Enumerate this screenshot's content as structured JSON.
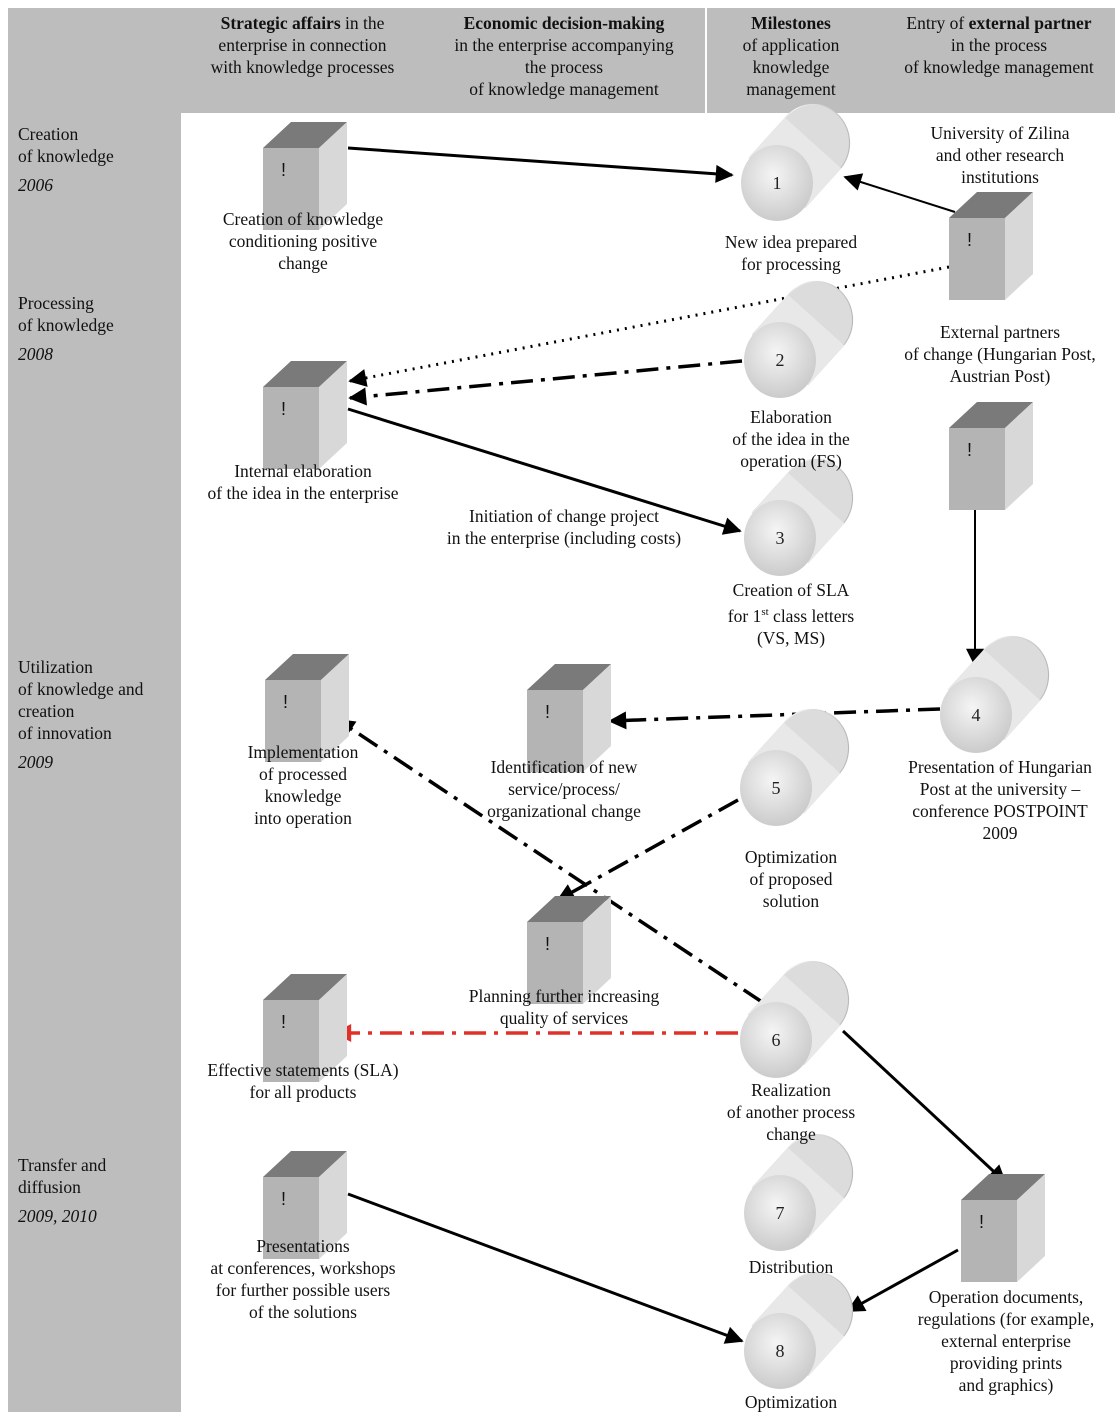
{
  "header": {
    "col1": {
      "bold": "Strategic affairs",
      "rest1": " in the",
      "line2": "enterprise in connection",
      "line3": "with knowledge processes"
    },
    "col2": {
      "bold": "Economic decision-making",
      "line2": "in the enterprise accompanying",
      "line3": "the process",
      "line4": "of knowledge management"
    },
    "col3": {
      "bold": "Milestones",
      "line2": "of application",
      "line3": "knowledge",
      "line4": "management"
    },
    "col4": {
      "pre": "Entry of ",
      "bold": "external partner",
      "line2": "in the process",
      "line3": "of knowledge management"
    }
  },
  "phases": [
    {
      "lines": [
        "Creation",
        "of knowledge"
      ],
      "year": "2006"
    },
    {
      "lines": [
        "Processing",
        "of knowledge"
      ],
      "year": "2008"
    },
    {
      "lines": [
        "Utilization",
        "of knowledge and",
        "creation",
        "of innovation"
      ],
      "year": "2009"
    },
    {
      "lines": [
        "Transfer and",
        "diffusion"
      ],
      "year": "2009, 2010"
    }
  ],
  "cube_mark": "!",
  "labels": {
    "creation_knowledge": [
      "Creation of knowledge",
      "conditioning positive",
      "change"
    ],
    "university": [
      "University of Zilina",
      "and other research",
      "institutions"
    ],
    "new_idea": [
      "New idea prepared",
      "for processing"
    ],
    "external_partners": [
      "External partners",
      "of change (Hungarian Post,",
      "Austrian Post)"
    ],
    "elaboration": [
      "Elaboration",
      "of the idea in the",
      "operation (FS)"
    ],
    "internal_elaboration": [
      "Internal elaboration",
      "of the idea in the enterprise"
    ],
    "initiation": [
      "Initiation of change project",
      "in the enterprise (including costs)"
    ],
    "sla_creation": {
      "line1": "Creation of SLA",
      "line2_pre": "for 1",
      "line2_sup": "st",
      "line2_post": " class letters",
      "line3": "(VS, MS)"
    },
    "implementation": [
      "Implementation",
      "of processed",
      "knowledge",
      "into operation"
    ],
    "identification": [
      "Identification of new",
      "service/process/",
      "organizational change"
    ],
    "presentation_hungarian": [
      "Presentation of Hungarian",
      "Post at the university –",
      "conference POSTPOINT",
      "2009"
    ],
    "optimization_proposed": [
      "Optimization",
      "of proposed",
      "solution"
    ],
    "planning": [
      "Planning further increasing",
      "quality of services"
    ],
    "effective_statements": [
      "Effective statements (SLA)",
      "for all products"
    ],
    "realization": [
      "Realization",
      "of another process",
      "change"
    ],
    "presentations": [
      "Presentations",
      "at conferences, workshops",
      "for further possible users",
      "of the solutions"
    ],
    "distribution": [
      "Distribution"
    ],
    "operation_documents": [
      "Operation documents,",
      "regulations (for example,",
      "external enterprise",
      "providing prints",
      "and graphics)"
    ],
    "optimization": [
      "Optimization"
    ]
  },
  "milestones": [
    "1",
    "2",
    "3",
    "4",
    "5",
    "6",
    "7",
    "8"
  ],
  "colors": {
    "band": "#bdbdbd",
    "cube_top": "#7a7a7a",
    "cube_front": "#b4b4b4",
    "cube_side": "#d8d8d8",
    "arrow": "#000000",
    "highlight_arrow": "#e0302a"
  }
}
